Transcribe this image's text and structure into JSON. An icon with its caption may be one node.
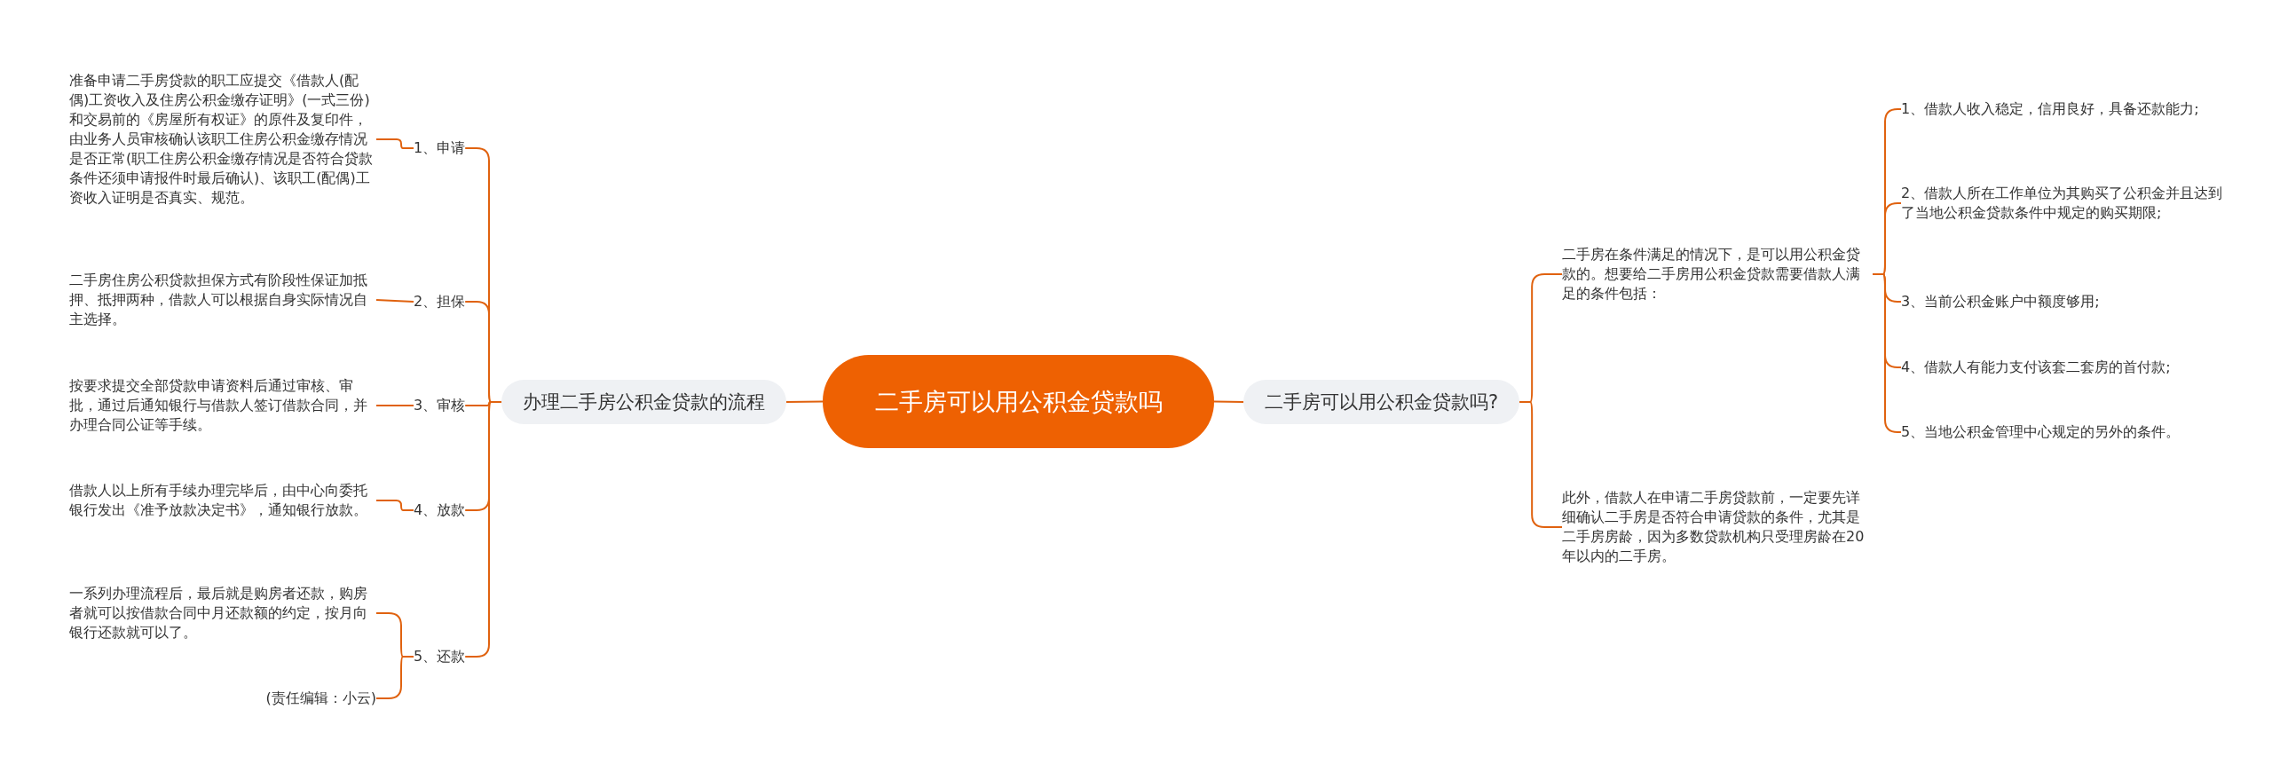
{
  "diagram": {
    "nodes": [
      {
        "text": [
          "二手房可以用公积金贷款吗"
        ]
      },
      {
        "text": [
          "办理二手房公积金贷款的流程"
        ]
      },
      {
        "text": [
          "二手房可以用公积金贷款吗?"
        ]
      },
      {
        "text": [
          "1、申请"
        ]
      },
      {
        "text": [
          "2、担保"
        ]
      },
      {
        "text": [
          "3、审核"
        ]
      },
      {
        "text": [
          "4、放款"
        ]
      },
      {
        "text": [
          "5、还款"
        ]
      },
      {
        "text": [
          "准备申请二手房贷款的职工应提交《借款人(配偶)工资收入及住房公积金缴存证明》(一式三份)和交易前的《房屋所有权证》的原件及复印件，由业务人员审核确认该职工住房公积金缴存情况是否正常(职工住房公积金缴存情况是否符合贷款条件还须申请报件时最后确认)、该职工(配偶)工资收入证明是否真实、规范。"
        ]
      },
      {
        "text": [
          "二手房住房公积贷款担保方式有阶段性保证加抵押、抵押两种，借款人可以根据自身实际情况自主选择。"
        ]
      },
      {
        "text": [
          "按要求提交全部贷款申请资料后通过审核、审批，通过后通知银行与借款人签订借款合同，并办理合同公证等手续。"
        ]
      },
      {
        "text": [
          "借款人以上所有手续办理完毕后，由中心向委托银行发出《准予放款决定书》，通知银行放款。"
        ]
      },
      {
        "text": [
          "一系列办理流程后，最后就是购房者还款，购房者就可以按借款合同中月还款额的约定，按月向银行还款就可以了。"
        ]
      },
      {
        "text": [
          "(责任编辑：小云)"
        ]
      },
      {
        "text": [
          "二手房在条件满足的情况下，是可以用公积金贷款的。想要给二手房用公积金贷款需要借款人满足的条件包括："
        ]
      },
      {
        "text": [
          "此外，借款人在申请二手房贷款前，一定要先详细确认二手房是否符合申请贷款的条件，尤其是二手房房龄，因为多数贷款机构只受理房龄在20年以内的二手房。"
        ]
      },
      {
        "text": [
          "1、借款人收入稳定，信用良好，具备还款能力;"
        ]
      },
      {
        "text": [
          "2、借款人所在工作单位为其购买了公积金并且达到了当地公积金贷款条件中规定的购买期限;"
        ]
      },
      {
        "text": [
          "3、当前公积金账户中额度够用;"
        ]
      },
      {
        "text": [
          "4、借款人有能力支付该套二套房的首付款;"
        ]
      },
      {
        "text": [
          "5、当地公积金管理中心规定的另外的条件。"
        ]
      }
    ],
    "edges": [
      {
        "from": 0,
        "to": 1,
        "arrow": "none"
      },
      {
        "from": 0,
        "to": 2,
        "arrow": "none"
      },
      {
        "from": 1,
        "to": 3,
        "arrow": "none"
      },
      {
        "from": 1,
        "to": 4,
        "arrow": "none"
      },
      {
        "from": 1,
        "to": 5,
        "arrow": "none"
      },
      {
        "from": 1,
        "to": 6,
        "arrow": "none"
      },
      {
        "from": 1,
        "to": 7,
        "arrow": "none"
      },
      {
        "from": 3,
        "to": 8,
        "arrow": "none"
      },
      {
        "from": 4,
        "to": 9,
        "arrow": "none"
      },
      {
        "from": 5,
        "to": 10,
        "arrow": "none"
      },
      {
        "from": 6,
        "to": 11,
        "arrow": "none"
      },
      {
        "from": 7,
        "to": 12,
        "arrow": "none"
      },
      {
        "from": 7,
        "to": 13,
        "arrow": "none"
      },
      {
        "from": 2,
        "to": 14,
        "arrow": "none"
      },
      {
        "from": 2,
        "to": 15,
        "arrow": "none"
      },
      {
        "from": 14,
        "to": 16,
        "arrow": "none"
      },
      {
        "from": 14,
        "to": 17,
        "arrow": "none"
      },
      {
        "from": 14,
        "to": 18,
        "arrow": "none"
      },
      {
        "from": 14,
        "to": 19,
        "arrow": "none"
      },
      {
        "from": 14,
        "to": 20,
        "arrow": "none"
      }
    ]
  }
}
